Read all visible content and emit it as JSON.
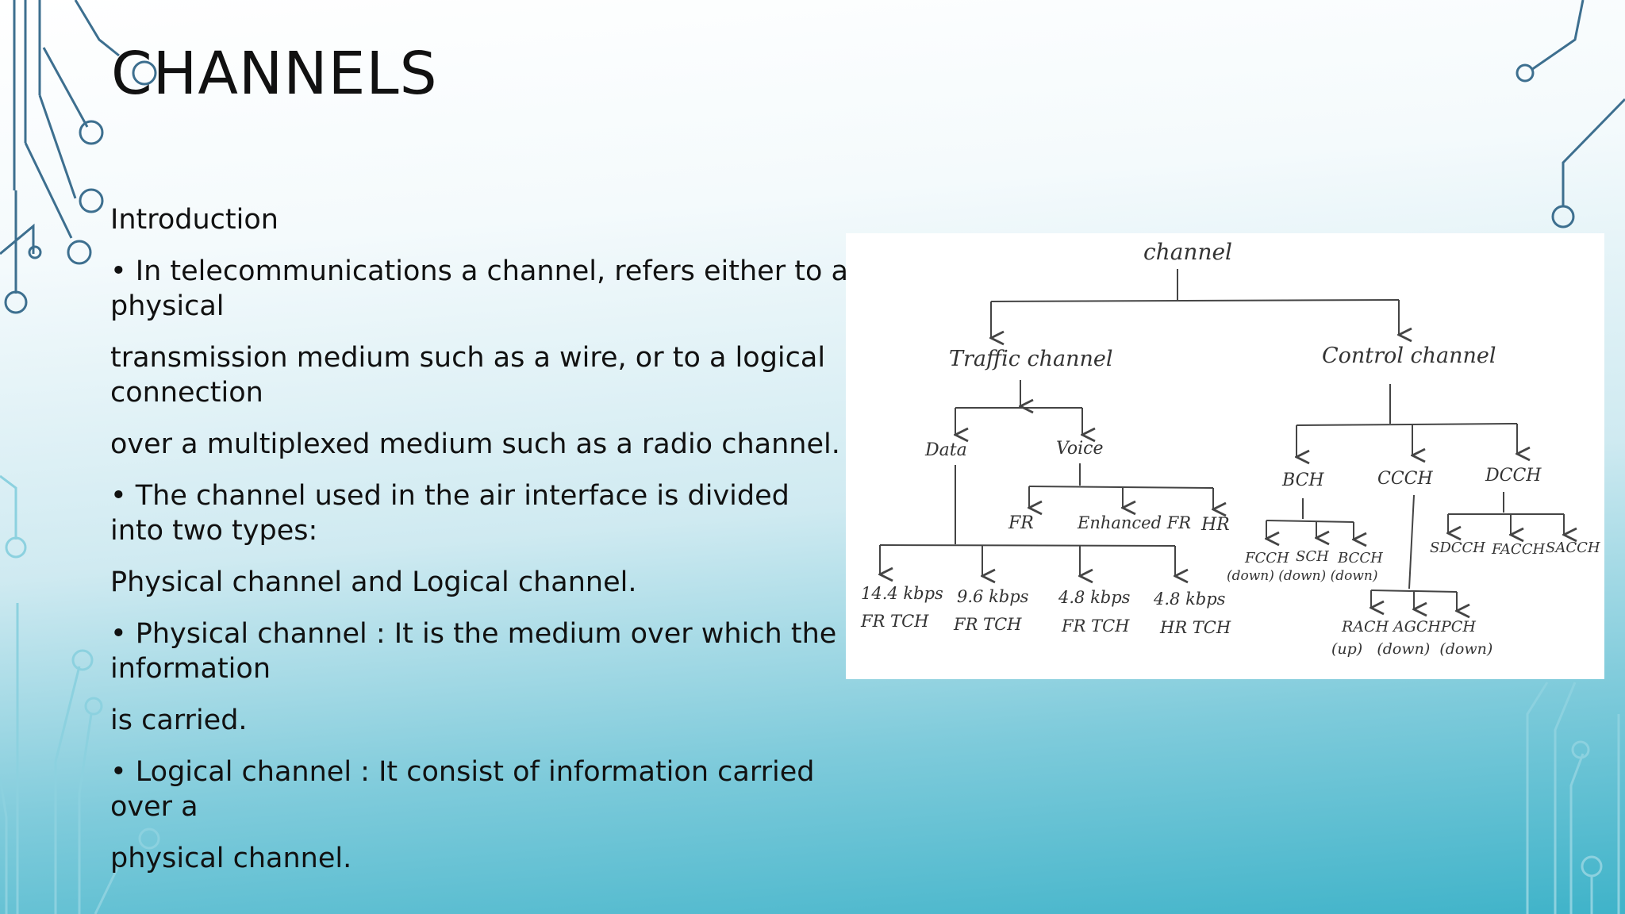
{
  "slide": {
    "title": "CHANNELS",
    "paragraphs": [
      "Introduction",
      "• In telecommunications a channel, refers either to a physical",
      "transmission medium such as a wire, or to a logical connection",
      "over a multiplexed medium such as a radio channel.",
      "• The channel used in the air interface is divided into two types:",
      "Physical channel and Logical channel.",
      "• Physical channel : It is the medium over which the information",
      "is carried.",
      "• Logical channel : It consist of information carried over a",
      "physical channel."
    ]
  },
  "diagram": {
    "root": "channel",
    "traffic": "Traffic channel",
    "control": "Control channel",
    "data": "Data",
    "voice": "Voice",
    "fr": "FR",
    "enhanced_fr": "Enhanced FR",
    "hr": "HR",
    "rate_1": "14.4 kbps",
    "type_1": "FR TCH",
    "rate_2": "9.6 kbps",
    "type_2": "FR TCH",
    "rate_3": "4.8 kbps",
    "type_3": "FR TCH",
    "rate_4": "4.8 kbps",
    "type_4": "HR TCH",
    "bch": "BCH",
    "ccch": "CCCH",
    "dcch": "DCCH",
    "fcch": "FCCH",
    "sch": "SCH",
    "bcch": "BCCH",
    "bch_dirs": "(down) (down) (down)",
    "sdcch": "SDCCH",
    "facch": "FACCH",
    "sacch": "SACCH",
    "rach": "RACH",
    "agch": "AGCH",
    "pch": "PCH",
    "ccch_dirs": "(up)   (down)  (down)"
  }
}
